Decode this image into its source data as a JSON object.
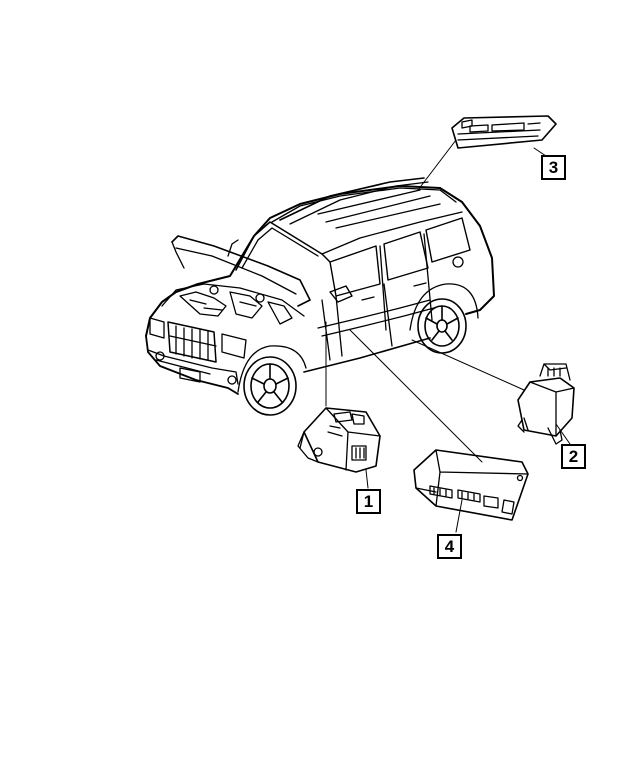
{
  "diagram": {
    "line_color": "#000000",
    "background_color": "#ffffff",
    "callouts": [
      {
        "id": "1",
        "label": "1"
      },
      {
        "id": "2",
        "label": "2"
      },
      {
        "id": "3",
        "label": "3"
      },
      {
        "id": "4",
        "label": "4"
      }
    ],
    "parts": [
      {
        "callout": "1",
        "icon": "control-module-icon"
      },
      {
        "callout": "2",
        "icon": "relay-module-icon"
      },
      {
        "callout": "3",
        "icon": "overhead-module-icon"
      },
      {
        "callout": "4",
        "icon": "body-control-module-icon"
      }
    ]
  }
}
